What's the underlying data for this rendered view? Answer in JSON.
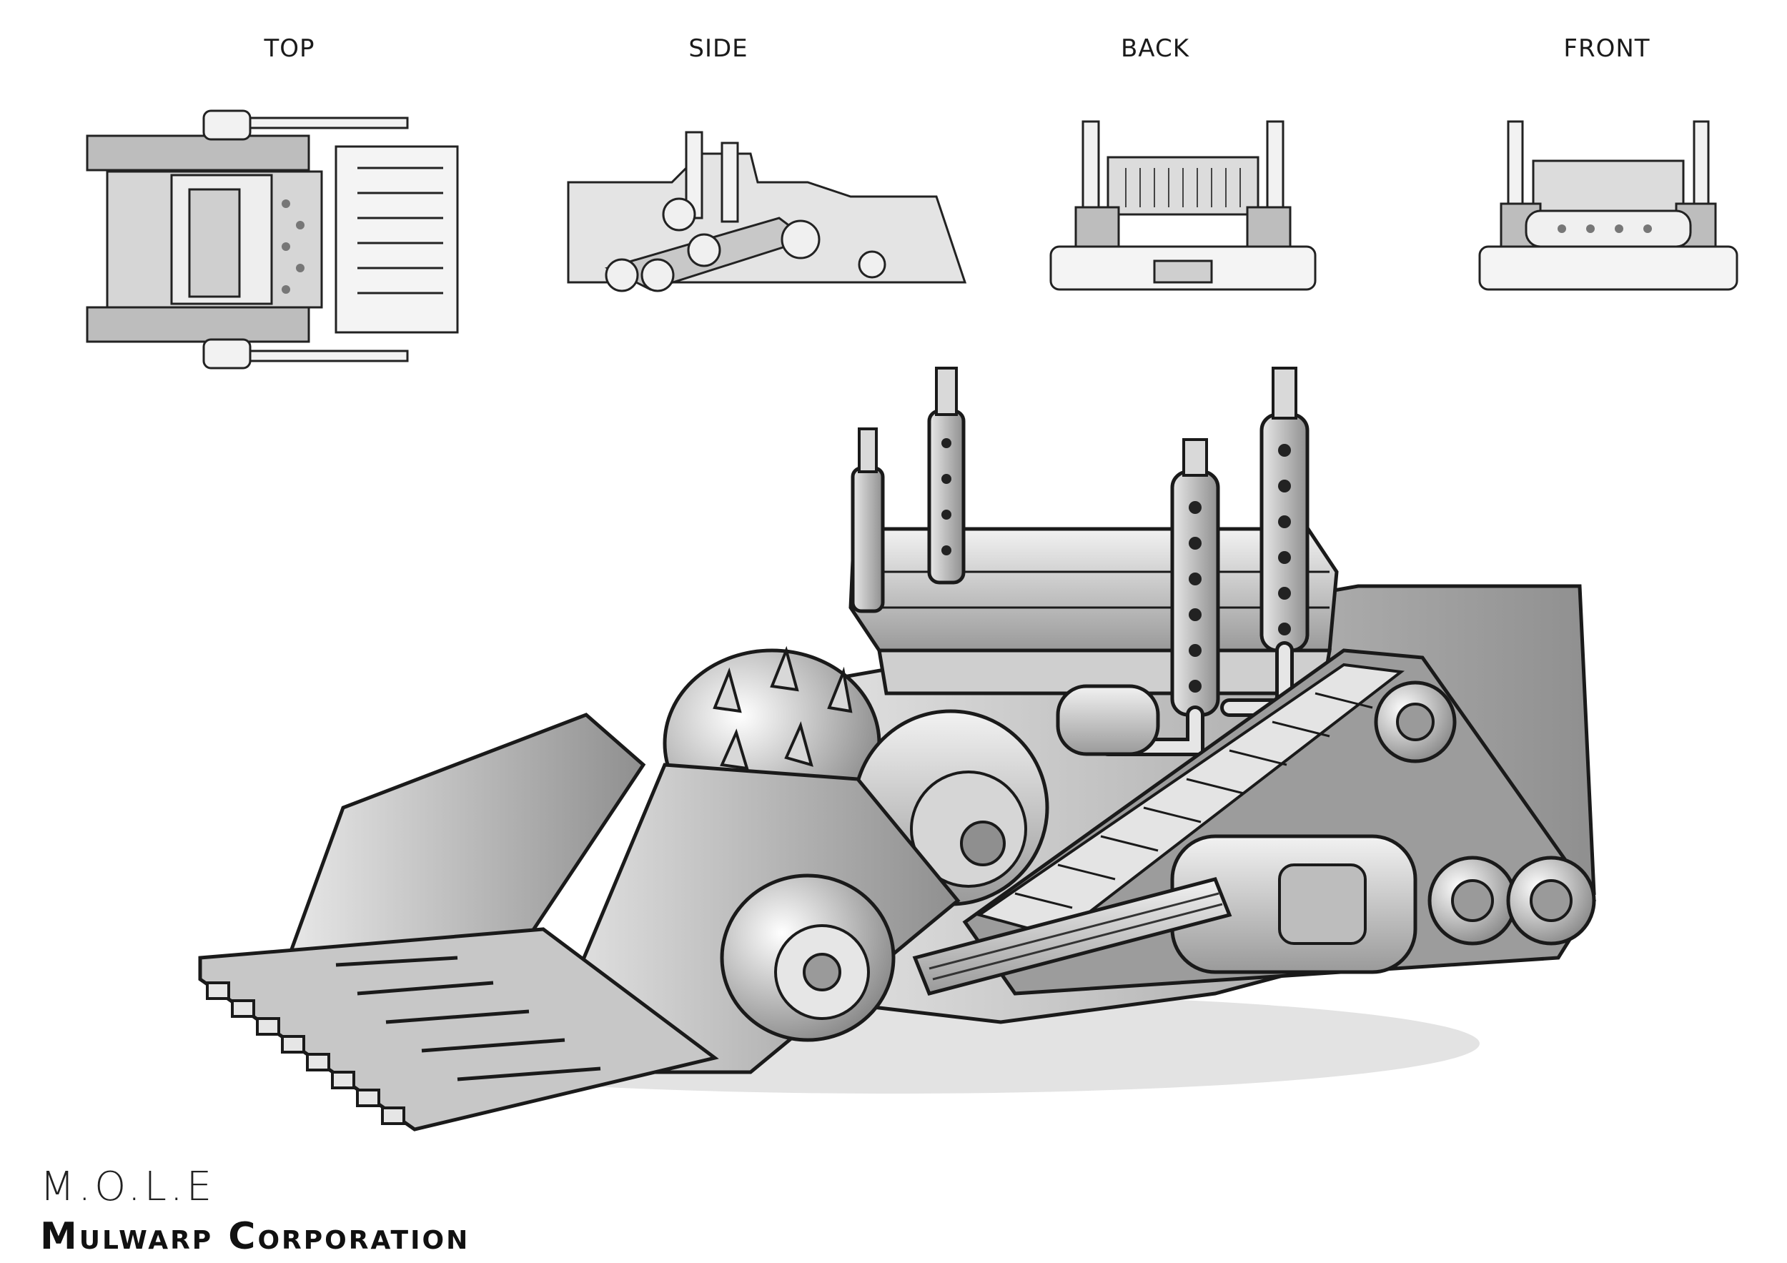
{
  "views": {
    "top": "TOP",
    "side": "SIDE",
    "back": "BACK",
    "front": "FRONT"
  },
  "title": {
    "model": "M.O.L.E",
    "company": "Mulwarp Corporation"
  }
}
